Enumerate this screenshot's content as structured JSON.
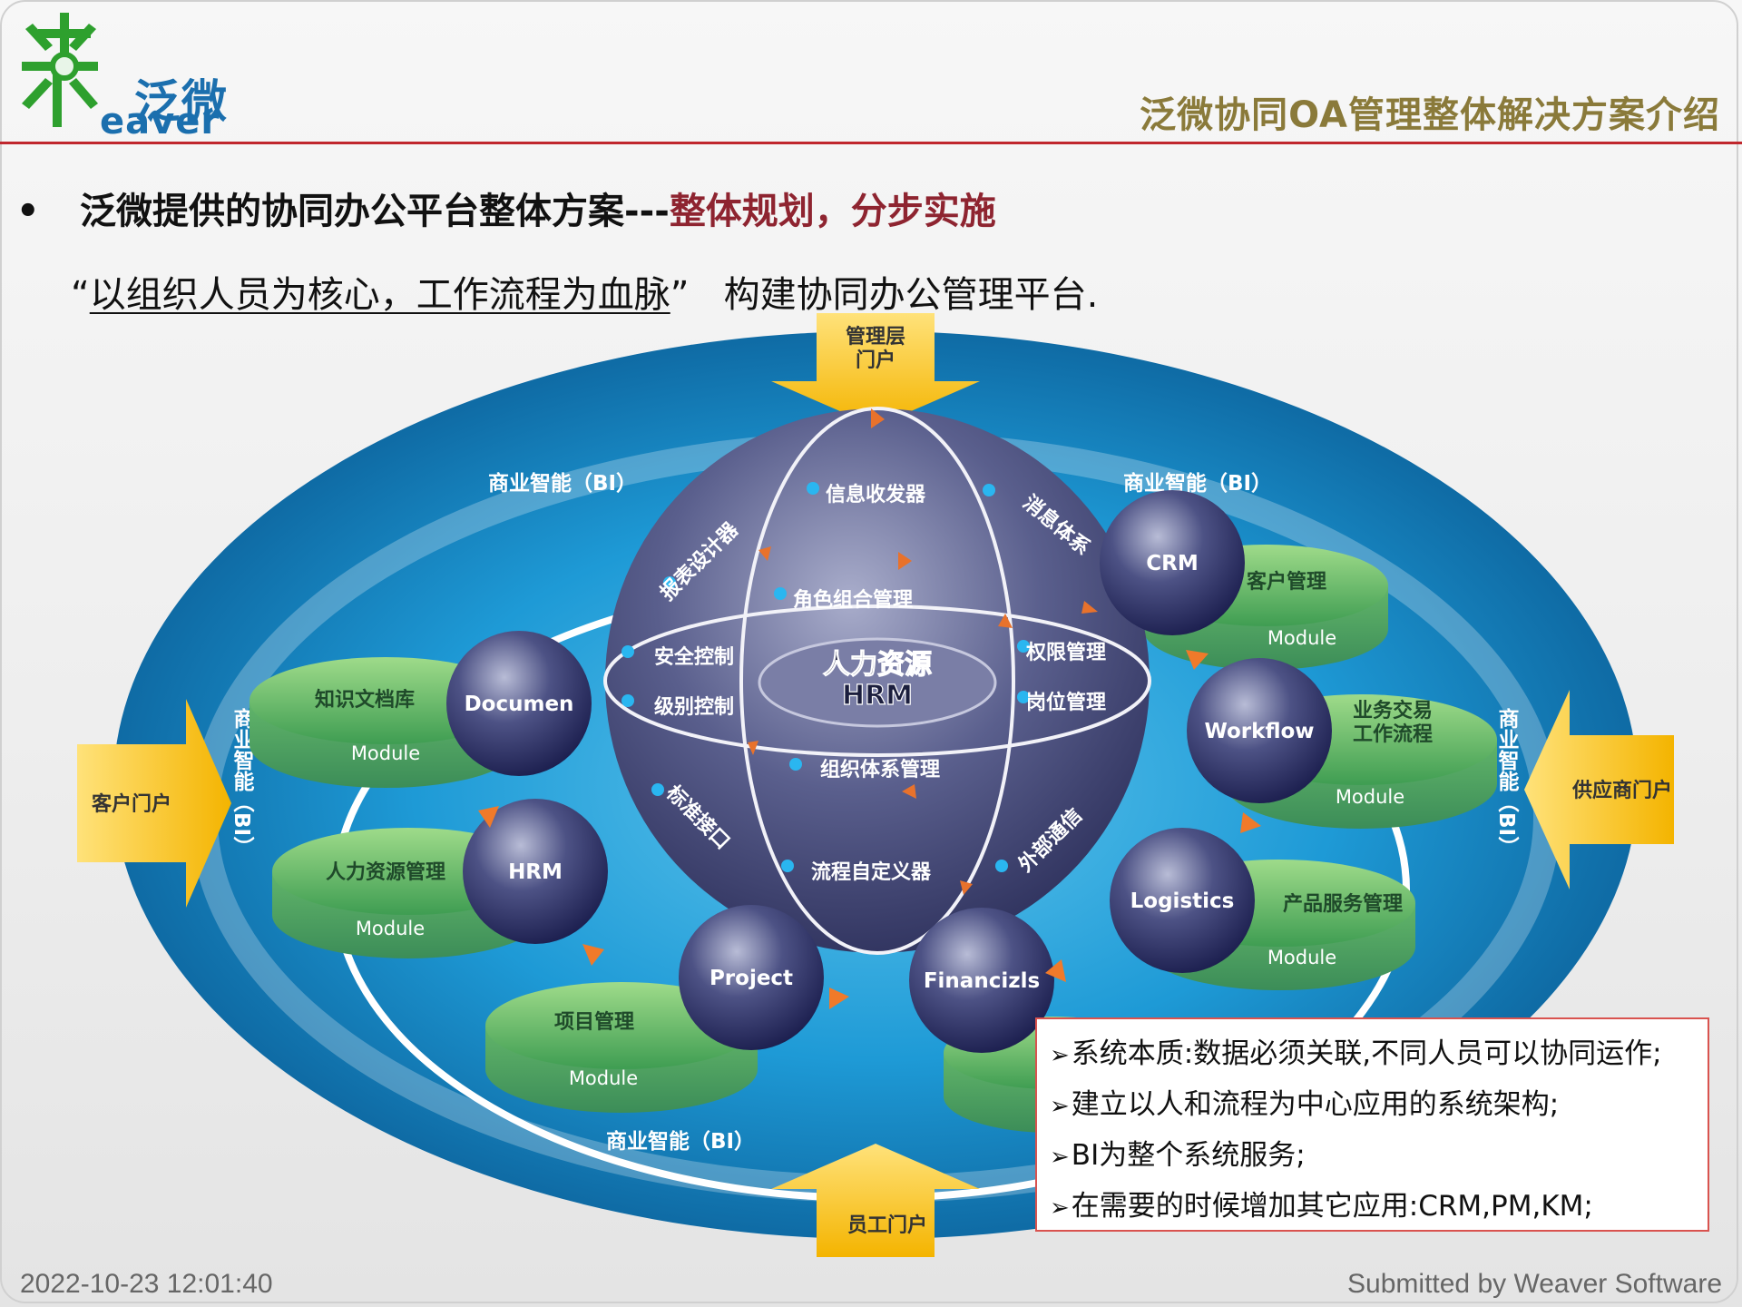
{
  "header": {
    "logo_cn": "泛微",
    "logo_en": "eaver",
    "title": "泛微协同OA管理整体解决方案介绍"
  },
  "bullet": {
    "marker": "•",
    "text": "泛微提供的协同办公平台整体方案---",
    "highlight": "整体规划，分步实施"
  },
  "quote": {
    "open": "“",
    "underlined": "以组织人员为核心，工作流程为血脉",
    "close": "”",
    "rest": "   构建协同办公管理平台."
  },
  "diagram": {
    "portals": {
      "top": [
        "管理层",
        "门户"
      ],
      "bottom": "员工门户",
      "left": "客户门户",
      "right": "供应商门户"
    },
    "bi": {
      "top_left": "商业智能（BI）",
      "top_right": "商业智能（BI）",
      "bottom": "商业智能（BI）",
      "left_vertical": "商业智能（BI）",
      "right_vertical": "商业智能（BI）"
    },
    "core": {
      "title": "人力资源",
      "subtitle": "HRM",
      "items": [
        "报表设计器",
        "信息收发器",
        "消息体系",
        "角色组合管理",
        "安全控制",
        "权限管理",
        "级别控制",
        "岗位管理",
        "组织体系管理",
        "标准接口",
        "外部通信",
        "流程自定义器"
      ]
    },
    "modules": [
      {
        "sphere": "CRM",
        "label": "客户管理",
        "tag": "Module"
      },
      {
        "sphere": "Workflow",
        "label": "业务交易\n工作流程",
        "tag": "Module"
      },
      {
        "sphere": "Logistics",
        "label": "产品服务管理",
        "tag": "Module"
      },
      {
        "sphere": "Financizls",
        "label": "",
        "tag": ""
      },
      {
        "sphere": "Project",
        "label": "项目管理",
        "tag": "Module"
      },
      {
        "sphere": "HRM",
        "label": "人力资源管理",
        "tag": "Module"
      },
      {
        "sphere": "Documen",
        "label": "知识文档库",
        "tag": "Module"
      }
    ]
  },
  "notes": [
    "系统本质:数据必须关联,不同人员可以协同运作;",
    "建立以人和流程为中心应用的系统架构;",
    "BI为整个系统服务;",
    "在需要的时候增加其它应用:CRM,PM,KM;"
  ],
  "footer": {
    "date": "2022-10-23 12:01:40",
    "credit": "Submitted by Weaver Software"
  }
}
